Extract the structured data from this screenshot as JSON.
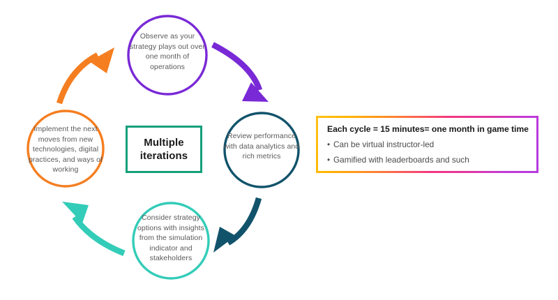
{
  "diagram": {
    "title": "Multiple iterations cycle",
    "center": {
      "label_line1": "Multiple",
      "label_line2": "iterations",
      "border_color": "#14a07a"
    },
    "nodes": [
      {
        "id": "observe",
        "text": "Observe as your strategy plays out over one month of operations",
        "color": "#7929d6",
        "position": "top"
      },
      {
        "id": "review",
        "text": "Review performance with data analytics and rich metrics",
        "color": "#11536b",
        "position": "right"
      },
      {
        "id": "consider",
        "text": "Consider strategy options with insights from the simulation indicator and stakeholders",
        "color": "#33ccb8",
        "position": "bottom"
      },
      {
        "id": "implement",
        "text": "Implement the next moves from new technologies, digital practices, and ways of working",
        "color": "#f57e20",
        "position": "left"
      }
    ],
    "arrows": [
      {
        "id": "observe-to-review",
        "color": "#7929d6"
      },
      {
        "id": "review-to-consider",
        "color": "#11536b"
      },
      {
        "id": "consider-to-implement",
        "color": "#33ccb8"
      },
      {
        "id": "implement-to-observe",
        "color": "#f57e20"
      }
    ]
  },
  "callout": {
    "title": "Each cycle = 15 minutes= one month in game time",
    "bullet_char": "•",
    "items": [
      "Can be virtual instructor-led",
      "Gamified with leaderboards and such"
    ],
    "border_gradient": [
      "#ffc217",
      "#ff8a2b",
      "#f5377f",
      "#b43be0"
    ]
  }
}
